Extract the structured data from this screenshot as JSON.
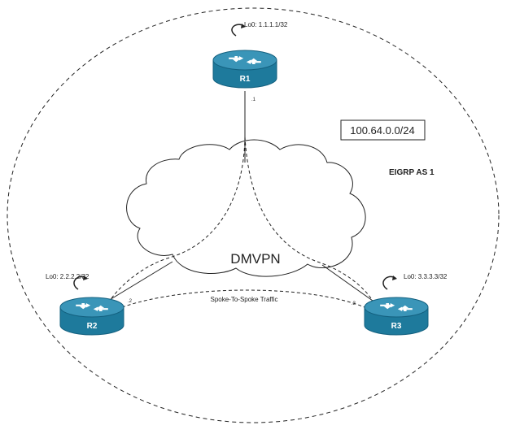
{
  "diagram": {
    "subnet_label": "100.64.0.0/24",
    "eigrp_label": "EIGRP AS 1",
    "cloud_label": "DMVPN",
    "spoke_traffic_label": "Spoke-To-Spoke Traffic",
    "colors": {
      "router_body": "#1E7A9C",
      "router_top": "#3A95B8",
      "router_dark": "#13607F",
      "line": "#222222"
    },
    "routers": [
      {
        "name": "R1",
        "loopback": "Lo0: 1.1.1.1/32",
        "interface": ".1"
      },
      {
        "name": "R2",
        "loopback": "Lo0: 2.2.2.2/32",
        "interface": ".2"
      },
      {
        "name": "R3",
        "loopback": "Lo0: 3.3.3.3/32",
        "interface": ".3"
      }
    ]
  }
}
